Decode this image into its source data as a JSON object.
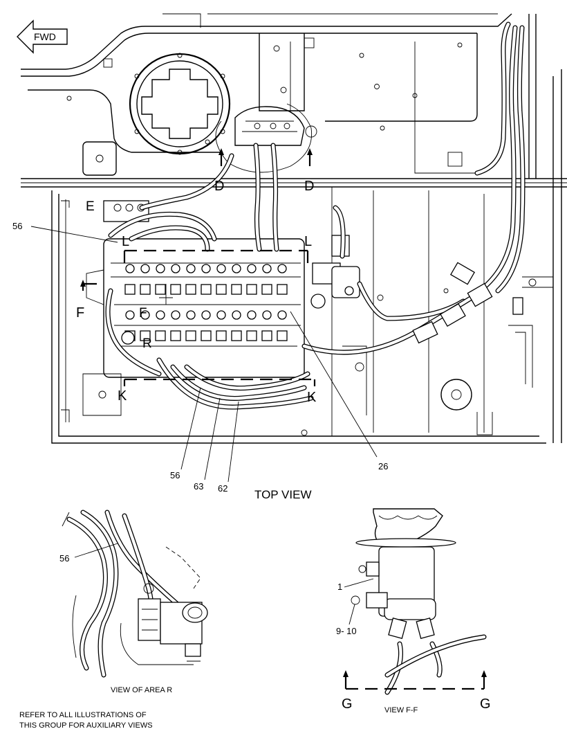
{
  "title": "TOP VIEW",
  "direction": {
    "label": "FWD"
  },
  "section_letters": {
    "d_left": "D",
    "d_right": "D",
    "e": "E",
    "l_left": "L",
    "l_right": "L",
    "f": "F",
    "f_inner": "F",
    "r": "R",
    "k_left": "K",
    "k_right": "K",
    "g_left": "G",
    "g_right": "G"
  },
  "callouts": {
    "c56_top": "56",
    "c26": "26",
    "c56_bottom": "56",
    "c63": "63",
    "c62": "62",
    "c56_area_r": "56",
    "c1": "1",
    "c9_10": "9- 10"
  },
  "views": {
    "area_r": "VIEW OF AREA R",
    "view_ff": "VIEW F-F"
  },
  "note": {
    "line1": "REFER TO ALL ILLUSTRATIONS OF",
    "line2": "THIS GROUP FOR AUXILIARY VIEWS"
  }
}
